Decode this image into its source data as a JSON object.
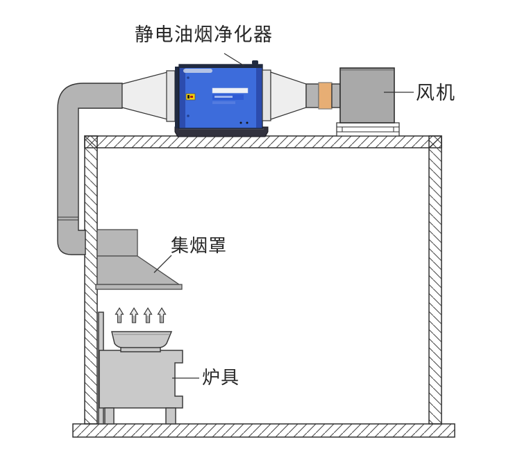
{
  "diagram": {
    "labels": {
      "purifier": "静电油烟净化器",
      "fan": "风机",
      "hood": "集烟罩",
      "stove": "炉具"
    }
  },
  "colors": {
    "outline": "#333333",
    "duct_gray": "#b4b4b4",
    "cone_light": "#eeeeee",
    "flange_light": "#e3e3e3",
    "connector_orange": "#e7ae74",
    "purifier_blue": "#3d6cdb",
    "purifier_dark": "#202a40",
    "purifier_base": "#32323e",
    "warning_yellow": "#efcf0e",
    "fan_gray": "#a9a9a9",
    "hood_gray": "#b7b7b7",
    "stove_gray": "#c9c9c9",
    "label_text": "#262626"
  }
}
